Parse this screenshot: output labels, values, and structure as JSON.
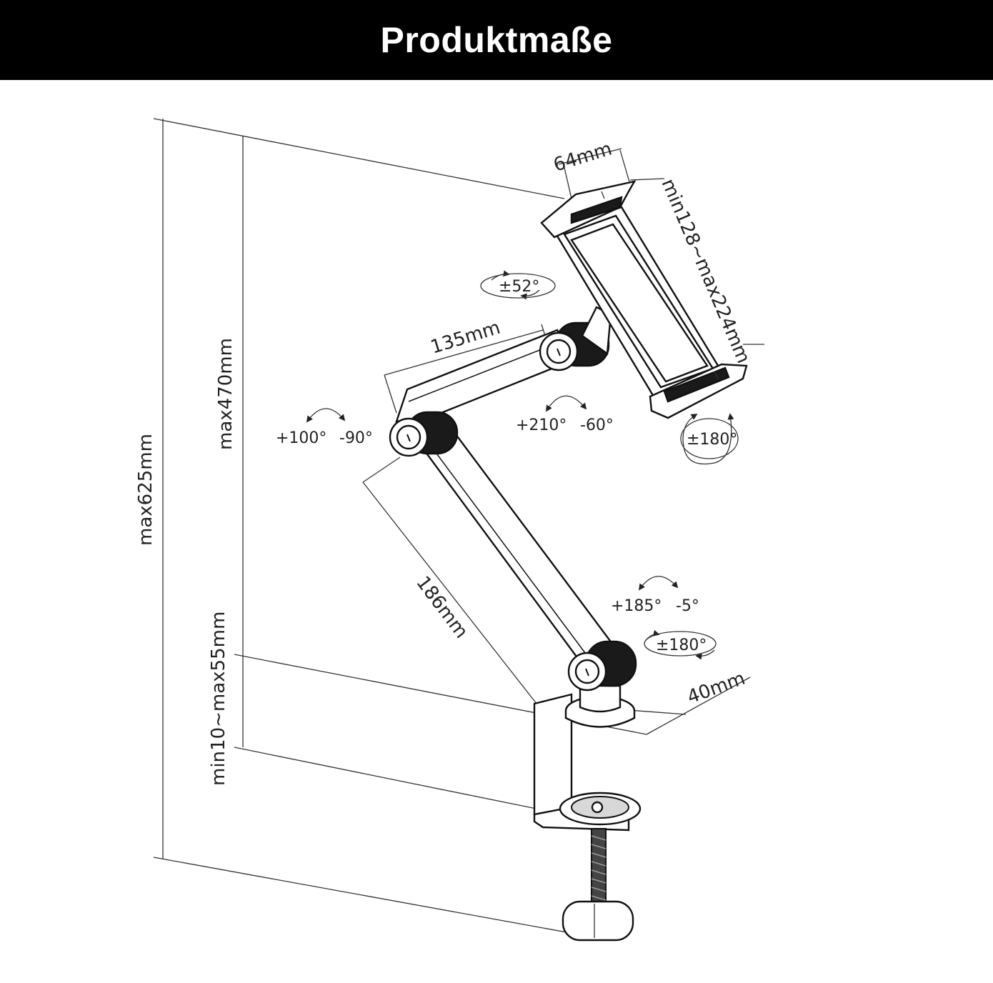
{
  "header": {
    "title": "Produktmaße"
  },
  "dimensions": {
    "max_height": "max625mm",
    "arm_height": "max470mm",
    "clamp_range": "min10~max55mm",
    "lower_arm": "186mm",
    "upper_arm": "135mm",
    "holder_depth": "64mm",
    "holder_range": "min128~max224mm",
    "base_thickness": "40mm"
  },
  "angles": {
    "holder_tilt": "±52°",
    "elbow_up": "+100°",
    "elbow_down": "-90°",
    "head_up": "+210°",
    "head_down": "-60°",
    "holder_rotate": "±180°",
    "base_up": "+185°",
    "base_down": "-5°",
    "base_rotate": "±180°"
  }
}
